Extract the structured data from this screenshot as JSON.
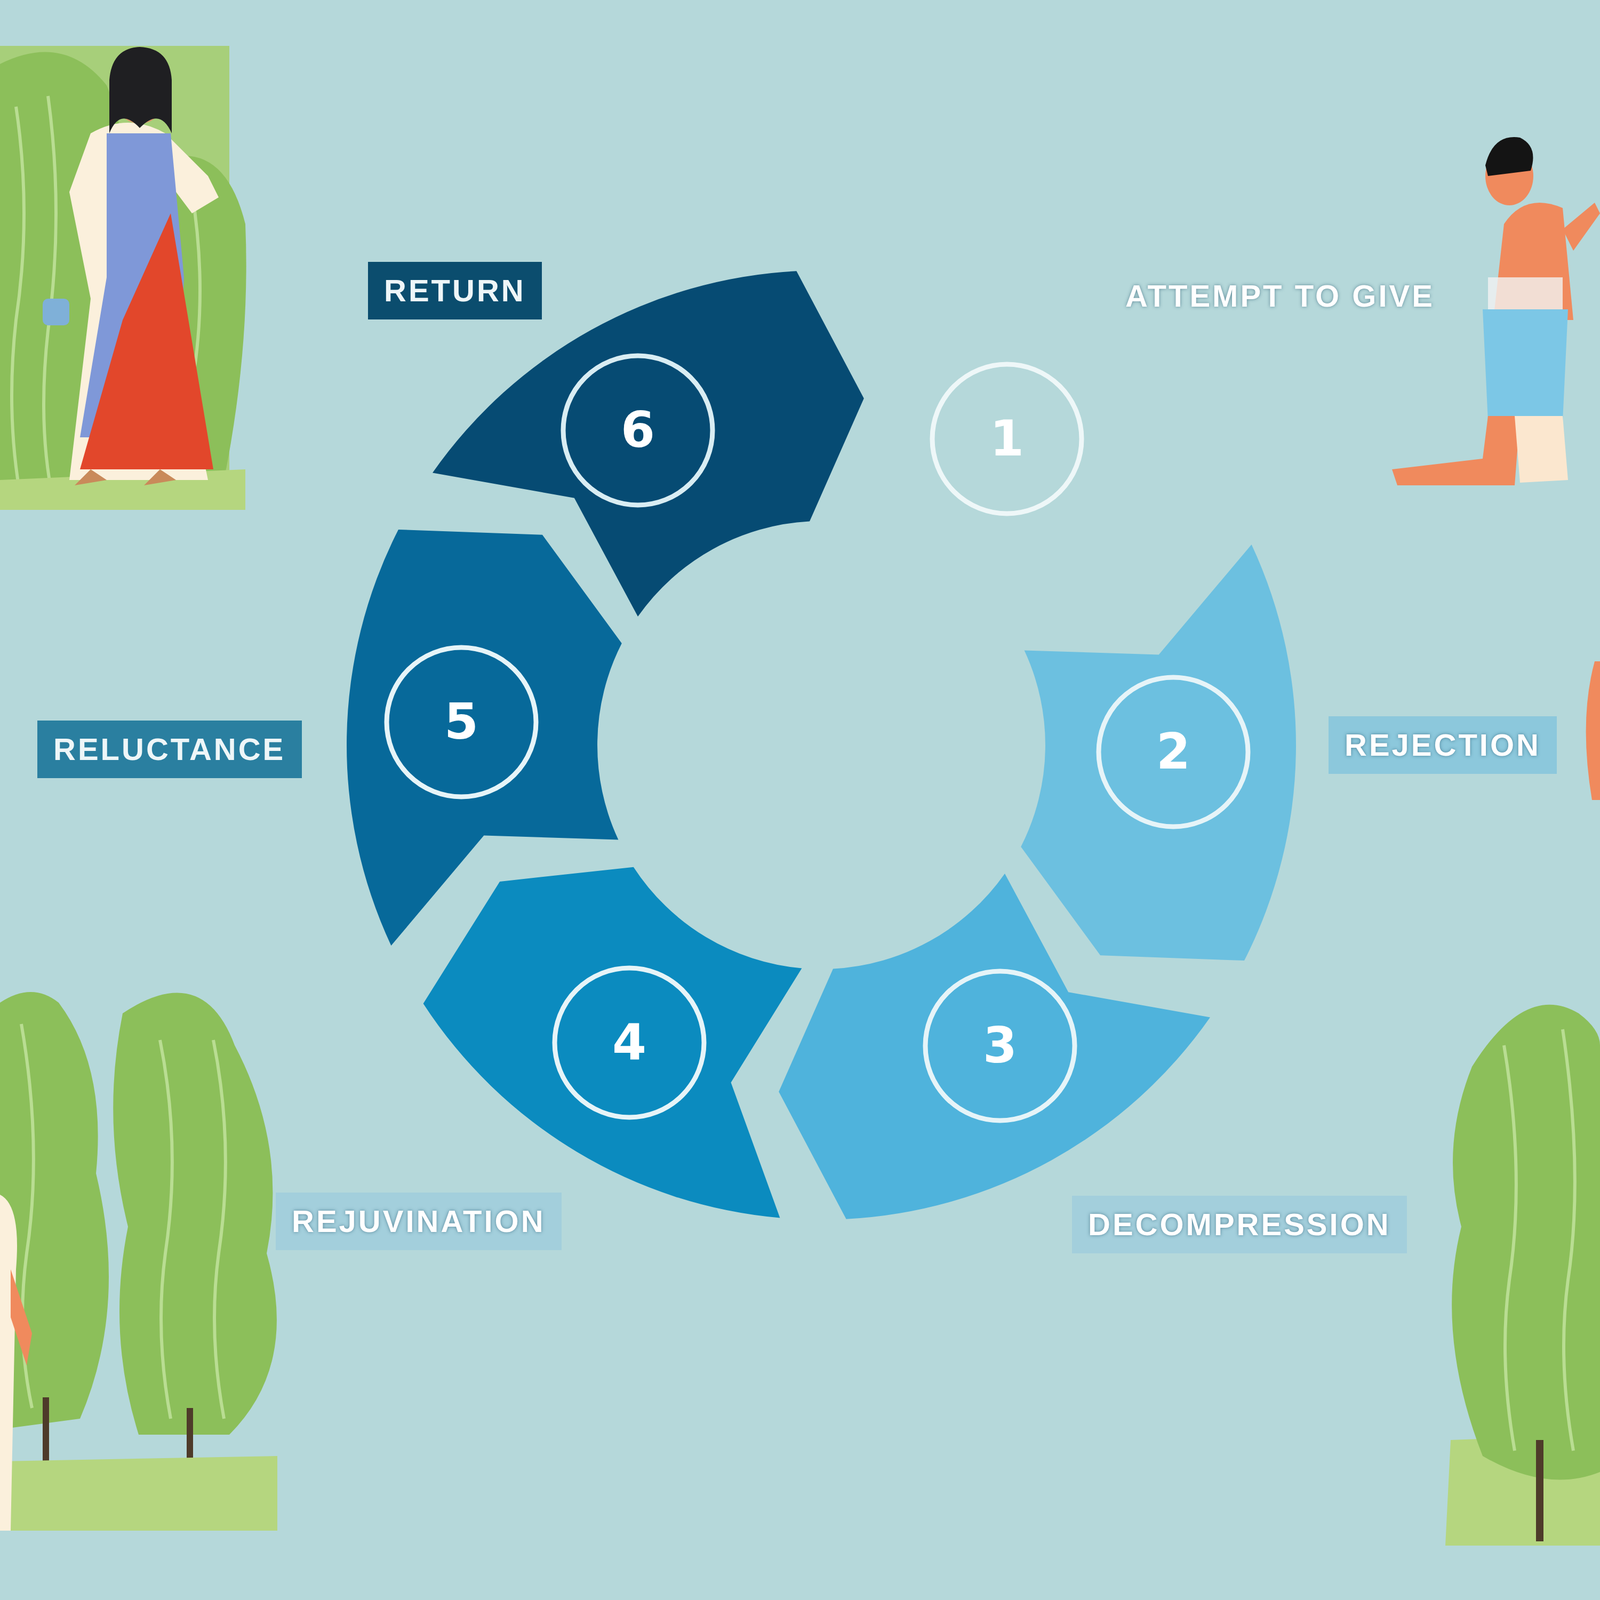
{
  "diagram": {
    "nodes": [
      {
        "text": [
          "1"
        ]
      },
      {
        "text": [
          "ATTEMPT TO GIVE"
        ]
      },
      {
        "text": [
          "2"
        ]
      },
      {
        "text": [
          "REJECTION"
        ]
      },
      {
        "text": [
          "3"
        ]
      },
      {
        "text": [
          "DECOMPRESSION"
        ]
      },
      {
        "text": [
          "4"
        ]
      },
      {
        "text": [
          "REJUVINATION"
        ]
      },
      {
        "text": [
          "5"
        ]
      },
      {
        "text": [
          "RELUCTANCE"
        ]
      },
      {
        "text": [
          "6"
        ]
      },
      {
        "text": [
          "RETURN"
        ]
      }
    ]
  }
}
